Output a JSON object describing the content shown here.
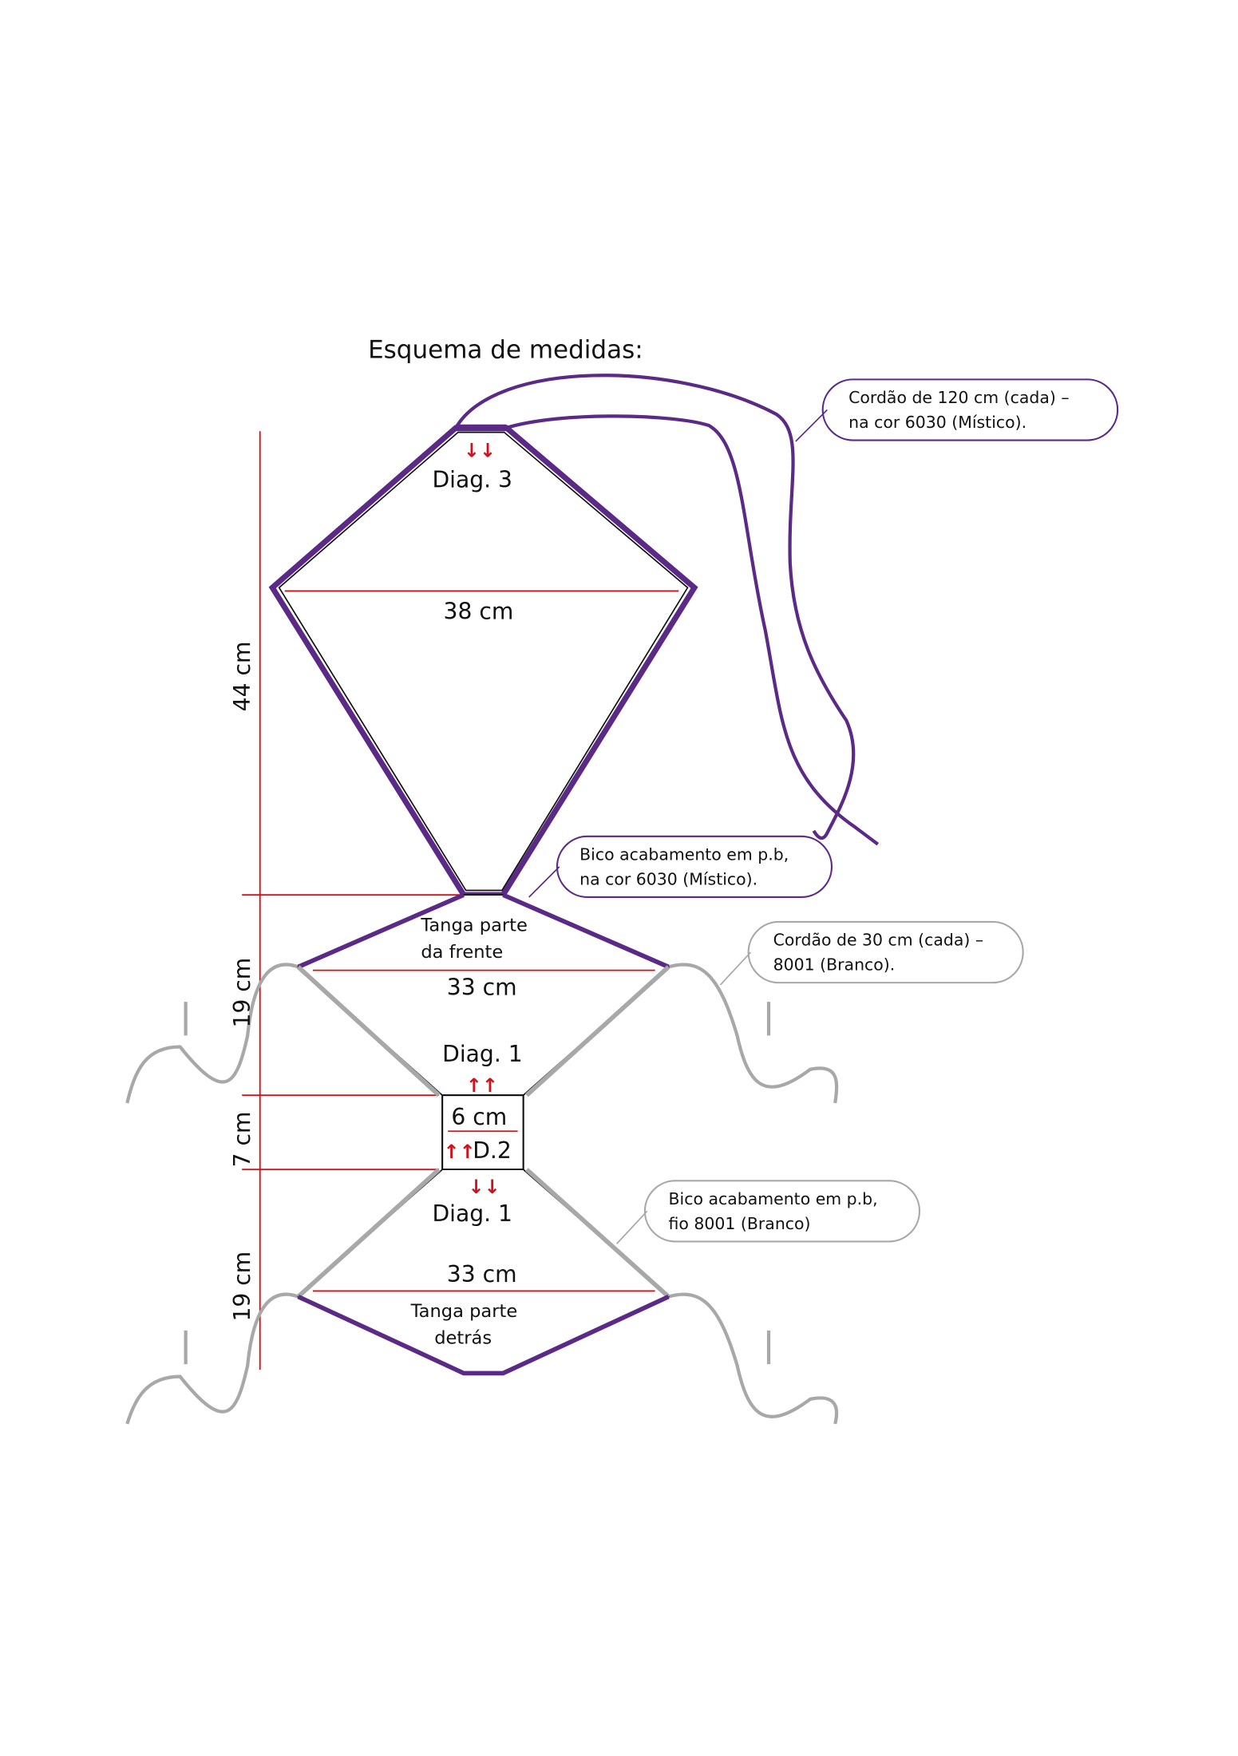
{
  "title": "Esquema de medidas:",
  "labels": {
    "diag3": "Diag. 3",
    "arrows_down": "↓↓",
    "arrows_up": "↑↑",
    "width_top": "38 cm",
    "height_top": "44 cm",
    "front_name_1": "Tanga parte",
    "front_name_2": "da frente",
    "front_width": "33 cm",
    "front_height": "19 cm",
    "diag1_upper": "Diag. 1",
    "center_width": "6 cm",
    "center_diag": "D.2",
    "center_height": "7 cm",
    "diag1_lower": "Diag. 1",
    "back_width": "33 cm",
    "back_name_1": "Tanga parte",
    "back_name_2": "detrás",
    "back_height": "19 cm"
  },
  "callouts": [
    {
      "line1": "Cordão de 120 cm (cada) –",
      "line2": "na cor 6030 (Místico)."
    },
    {
      "line1": "Bico acabamento em p.b,",
      "line2": "na cor 6030 (Místico)."
    },
    {
      "line1": "Cordão de 30 cm (cada) –",
      "line2": "8001 (Branco)."
    },
    {
      "line1": "Bico acabamento em p.b,",
      "line2": "fio 8001 (Branco)"
    }
  ],
  "colors": {
    "purple": "#5b2a86",
    "gray": "#a8a8a8",
    "red": "#d0101a",
    "black": "#111111"
  }
}
